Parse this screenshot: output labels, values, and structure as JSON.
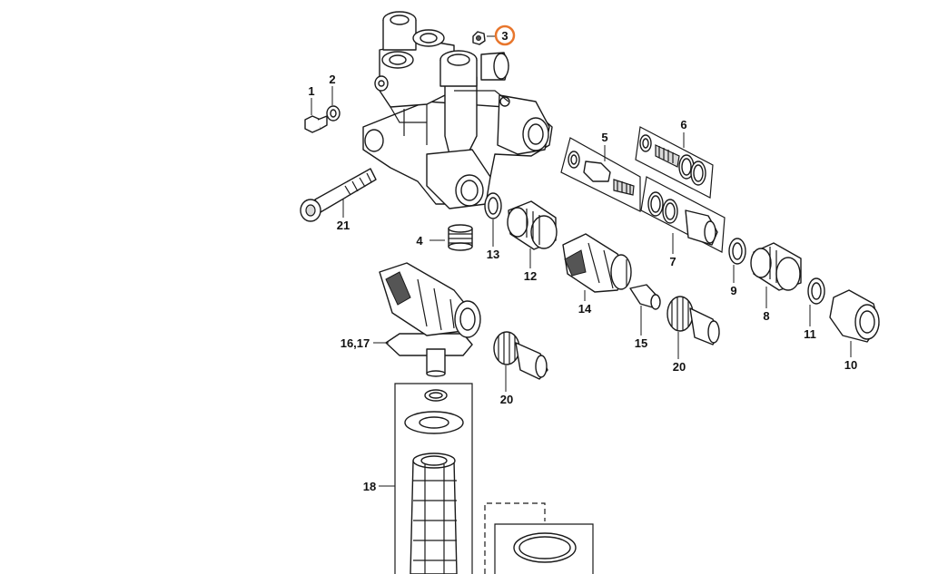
{
  "diagram": {
    "highlight_color": "#e8762c",
    "highlighted_part": "3",
    "callouts": [
      {
        "key": "p1",
        "label": "1"
      },
      {
        "key": "p2",
        "label": "2"
      },
      {
        "key": "p3",
        "label": "3"
      },
      {
        "key": "p4",
        "label": "4"
      },
      {
        "key": "p5",
        "label": "5"
      },
      {
        "key": "p6",
        "label": "6"
      },
      {
        "key": "p7",
        "label": "7"
      },
      {
        "key": "p8",
        "label": "8"
      },
      {
        "key": "p9",
        "label": "9"
      },
      {
        "key": "p10",
        "label": "10"
      },
      {
        "key": "p11",
        "label": "11"
      },
      {
        "key": "p12",
        "label": "12"
      },
      {
        "key": "p13",
        "label": "13"
      },
      {
        "key": "p14",
        "label": "14"
      },
      {
        "key": "p15",
        "label": "15"
      },
      {
        "key": "p1617",
        "label": "16,17"
      },
      {
        "key": "p18",
        "label": "18"
      },
      {
        "key": "p20a",
        "label": "20"
      },
      {
        "key": "p20b",
        "label": "20"
      },
      {
        "key": "p21",
        "label": "21"
      }
    ]
  }
}
